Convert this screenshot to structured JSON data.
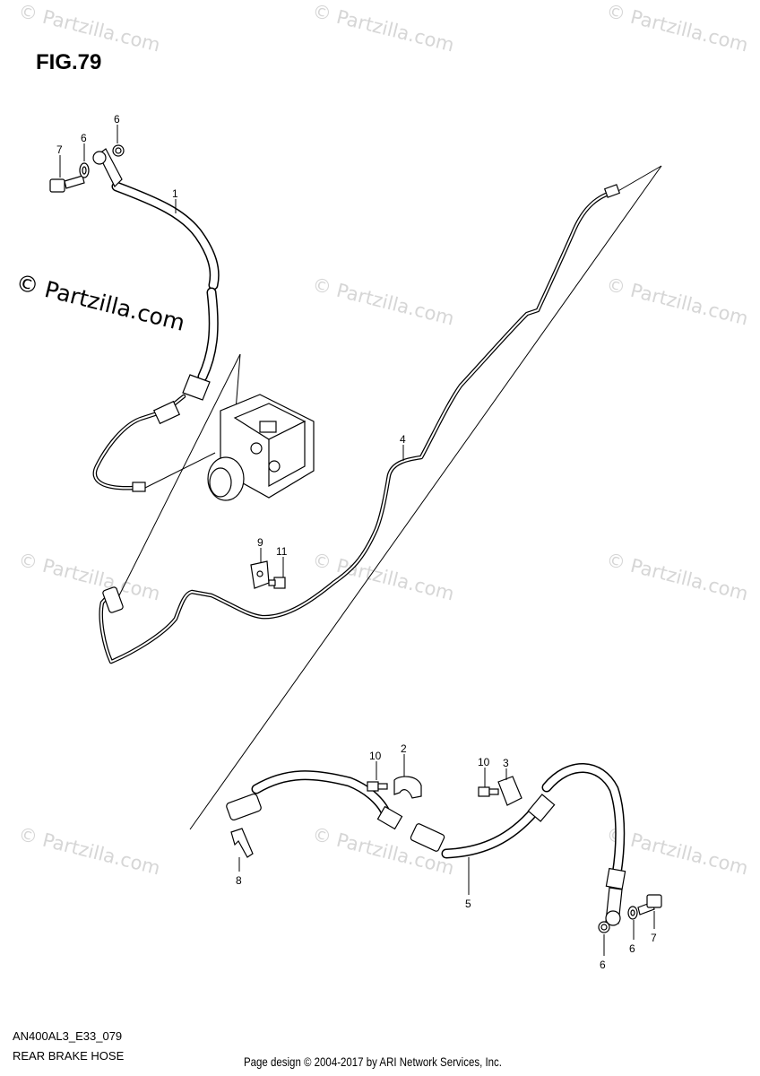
{
  "figure": {
    "title": "FIG.79",
    "code": "AN400AL3_E33_079",
    "name": "REAR BRAKE HOSE"
  },
  "watermark": {
    "main": "© Partzilla.com",
    "repeat": "© Partzilla.com"
  },
  "callouts": [
    {
      "id": "c1",
      "label": "1"
    },
    {
      "id": "c6a",
      "label": "6"
    },
    {
      "id": "c7a",
      "label": "7"
    },
    {
      "id": "c6b",
      "label": "6"
    },
    {
      "id": "c4",
      "label": "4"
    },
    {
      "id": "c9",
      "label": "9"
    },
    {
      "id": "c11",
      "label": "11"
    },
    {
      "id": "c10a",
      "label": "10"
    },
    {
      "id": "c2",
      "label": "2"
    },
    {
      "id": "c10b",
      "label": "10"
    },
    {
      "id": "c3",
      "label": "3"
    },
    {
      "id": "c8",
      "label": "8"
    },
    {
      "id": "c5",
      "label": "5"
    },
    {
      "id": "c6c",
      "label": "6"
    },
    {
      "id": "c6d",
      "label": "6"
    },
    {
      "id": "c7b",
      "label": "7"
    }
  ],
  "footer": {
    "credit": "Page design © 2004-2017 by ARI Network Services, Inc."
  }
}
